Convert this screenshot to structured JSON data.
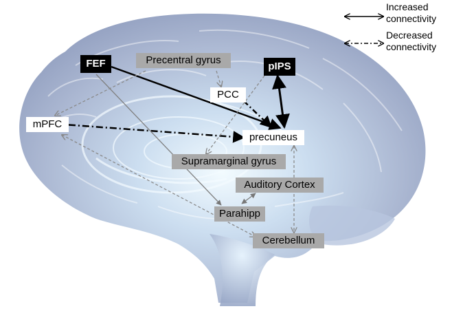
{
  "legend": {
    "increased": [
      "Increased",
      "connectivity"
    ],
    "decreased": [
      "Decreased",
      "connectivity"
    ]
  },
  "nodes": {
    "fef": "FEF",
    "precentral": "Precentral gyrus",
    "pips": "pIPS",
    "pcc": "PCC",
    "mpfc": "mPFC",
    "precuneus": "precuneus",
    "supramarginal": "Supramarginal gyrus",
    "auditory": "Auditory Cortex",
    "parahipp": "Parahipp",
    "cerebellum": "Cerebellum"
  },
  "colors": {
    "dark_node": "#000000",
    "gray_node": "#a9a9a9",
    "brain_base": "#aab6cf",
    "brain_glow": "#e8f4ff"
  }
}
